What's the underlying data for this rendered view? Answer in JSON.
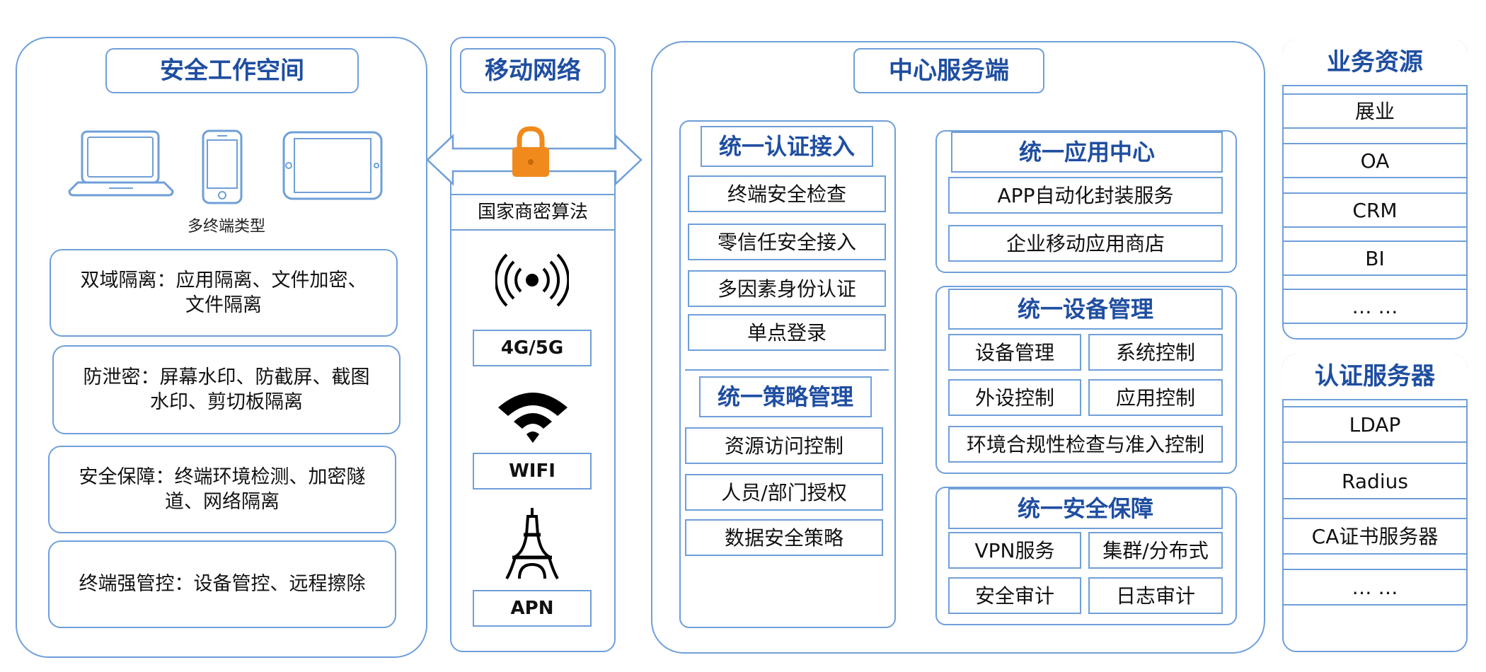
{
  "colors": {
    "border": "#6f9fd8",
    "title": "#1f4ea1",
    "lock": "#f08a1c"
  },
  "workspace": {
    "title": "安全工作空间",
    "device_caption": "多终端类型",
    "features": [
      "双域隔离：应用隔离、文件加密、\n文件隔离",
      "防泄密：屏幕水印、防截屏、截图\n水印、剪切板隔离",
      "安全保障：终端环境检测、加密隧\n道、网络隔离",
      "终端强管控：设备管控、远程擦除"
    ]
  },
  "mobile": {
    "title": "移动网络",
    "crypto": "国家商密算法",
    "items": [
      "4G/5G",
      "WIFI",
      "APN"
    ]
  },
  "center": {
    "title": "中心服务端",
    "auth": {
      "title": "统一认证接入",
      "items": [
        "终端安全检查",
        "零信任安全接入",
        "多因素身份认证",
        "单点登录"
      ]
    },
    "policy": {
      "title": "统一策略管理",
      "items": [
        "资源访问控制",
        "人员/部门授权",
        "数据安全策略"
      ]
    },
    "app": {
      "title": "统一应用中心",
      "items": [
        "APP自动化封装服务",
        "企业移动应用商店"
      ]
    },
    "device": {
      "title": "统一设备管理",
      "grid": [
        "设备管理",
        "系统控制",
        "外设控制",
        "应用控制"
      ],
      "wide": "环境合规性检查与准入控制"
    },
    "security": {
      "title": "统一安全保障",
      "grid": [
        "VPN服务",
        "集群/分布式",
        "安全审计",
        "日志审计"
      ]
    }
  },
  "resources": {
    "title": "业务资源",
    "items": [
      "展业",
      "OA",
      "CRM",
      "BI",
      "… …"
    ]
  },
  "authserver": {
    "title": "认证服务器",
    "items": [
      "LDAP",
      "Radius",
      "CA证书服务器",
      "… …"
    ]
  }
}
